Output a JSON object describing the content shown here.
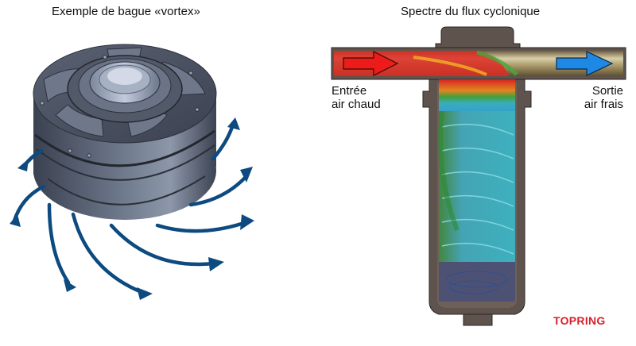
{
  "panels": {
    "left": {
      "title": "Exemple de bague «vortex»",
      "illustration": "vortex-ring-with-airflow-arrows",
      "arrow_color": "#0d4a80",
      "ring_color": "#4a5568"
    },
    "right": {
      "title": "Spectre du flux cyclonique",
      "illustration": "cyclonic-flow-filter-cross-section",
      "inlet_label_line1": "Entrée",
      "inlet_label_line2": "air chaud",
      "outlet_label_line1": "Sortie",
      "outlet_label_line2": "air frais",
      "inlet_arrow_color": "#ee1b1b",
      "outlet_arrow_color": "#1e88e5",
      "housing_color": "#5e534d"
    }
  },
  "brand": {
    "name": "TOPRING",
    "color": "#d6202e"
  }
}
